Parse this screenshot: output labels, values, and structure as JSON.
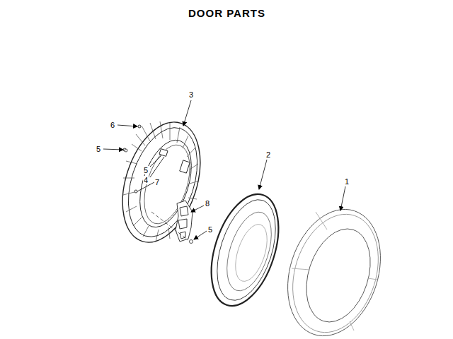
{
  "diagram": {
    "title": "DOOR PARTS",
    "labels": [
      "3",
      "6",
      "5",
      "5",
      "4",
      "7",
      "8",
      "5",
      "2",
      "1"
    ]
  }
}
